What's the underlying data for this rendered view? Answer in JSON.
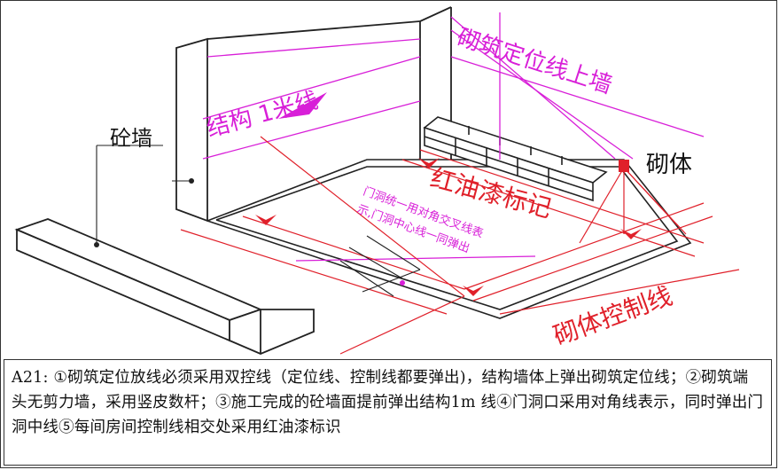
{
  "labels": {
    "concrete_wall": "砼墙",
    "structure_1m_line": "结构 1米线",
    "positioning_line_on_wall": "砌筑定位线上墙",
    "masonry": "砌体",
    "red_paint_mark": "红油漆标记",
    "door_note_line1": "门洞统一用对角交叉线表",
    "door_note_line2": "示,门洞中心线一同弹出",
    "masonry_control_line": "砌体控制线"
  },
  "caption": {
    "text": "A21: ①砌筑定位放线必须采用双控线（定位线、控制线都要弹出)，结构墙体上弹出砌筑定位线；②砌筑端头无剪力墙，采用竖皮数杆；③施工完成的砼墙面提前弹出结构1m 线④门洞口采用对角线表示，同时弹出门洞中线⑤每间房间控制线相交处采用红油漆标识"
  },
  "colors": {
    "magenta": "#d81fd8",
    "red": "#e0202a",
    "line": "#222222"
  }
}
